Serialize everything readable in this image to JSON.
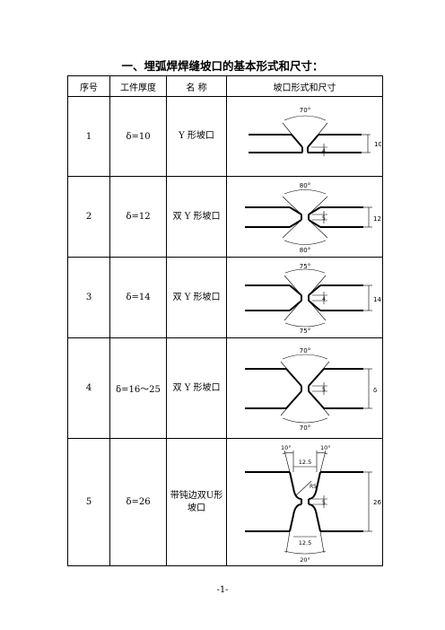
{
  "title": "一、埋弧焊焊缝坡口的基本形式和尺寸：",
  "headers": [
    "序号",
    "工件厚度",
    "名 称",
    "坡口形式和尺寸"
  ],
  "rows": [
    {
      "no": "1",
      "thickness": "δ=10",
      "name": "Y 形坡口",
      "labels": {
        "angle_top": "70°",
        "dim_a": "4",
        "dim_t": "10"
      }
    },
    {
      "no": "2",
      "thickness": "δ=12",
      "name": "双 Y 形坡口",
      "labels": {
        "angle_top": "80°",
        "dim_a": "5",
        "dim_t": "12",
        "angle_bottom": "80°"
      }
    },
    {
      "no": "3",
      "thickness": "δ=14",
      "name": "双 Y 形坡口",
      "labels": {
        "angle_top": "75°",
        "dim_a": "4",
        "dim_t": "14",
        "angle_bottom": "75°"
      }
    },
    {
      "no": "4",
      "thickness": "δ=16～25",
      "name": "双 Y 形坡口",
      "labels": {
        "angle_top": "70°",
        "dim_a": "5",
        "dim_t": "δ",
        "angle_bottom": "70°"
      }
    },
    {
      "no": "5",
      "thickness": "δ=26",
      "name": "带钝边双U形坡口",
      "labels": {
        "angle_left": "10°",
        "angle_right": "10°",
        "width_top": "12.5",
        "radius": "R5",
        "dim_a": "5",
        "dim_t": "26",
        "width_bottom": "12.5",
        "angle_bottom": "20°"
      }
    }
  ],
  "footer": "-1-"
}
